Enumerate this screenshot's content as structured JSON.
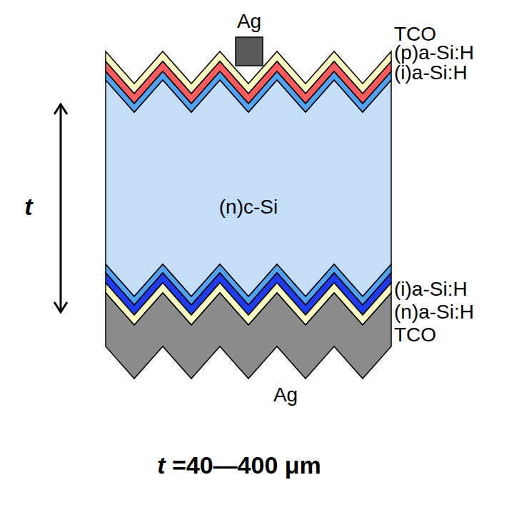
{
  "diagram": {
    "nodes": [
      {
        "text": [
          "(n)c-Si"
        ]
      }
    ],
    "labels": [
      "Ag",
      "TCO",
      "(p)a-Si:H",
      "(i)a-Si:H",
      "(i)a-Si:H",
      "(n)a-Si:H",
      "TCO",
      "Ag",
      "t",
      "t =40—400 μm"
    ]
  }
}
